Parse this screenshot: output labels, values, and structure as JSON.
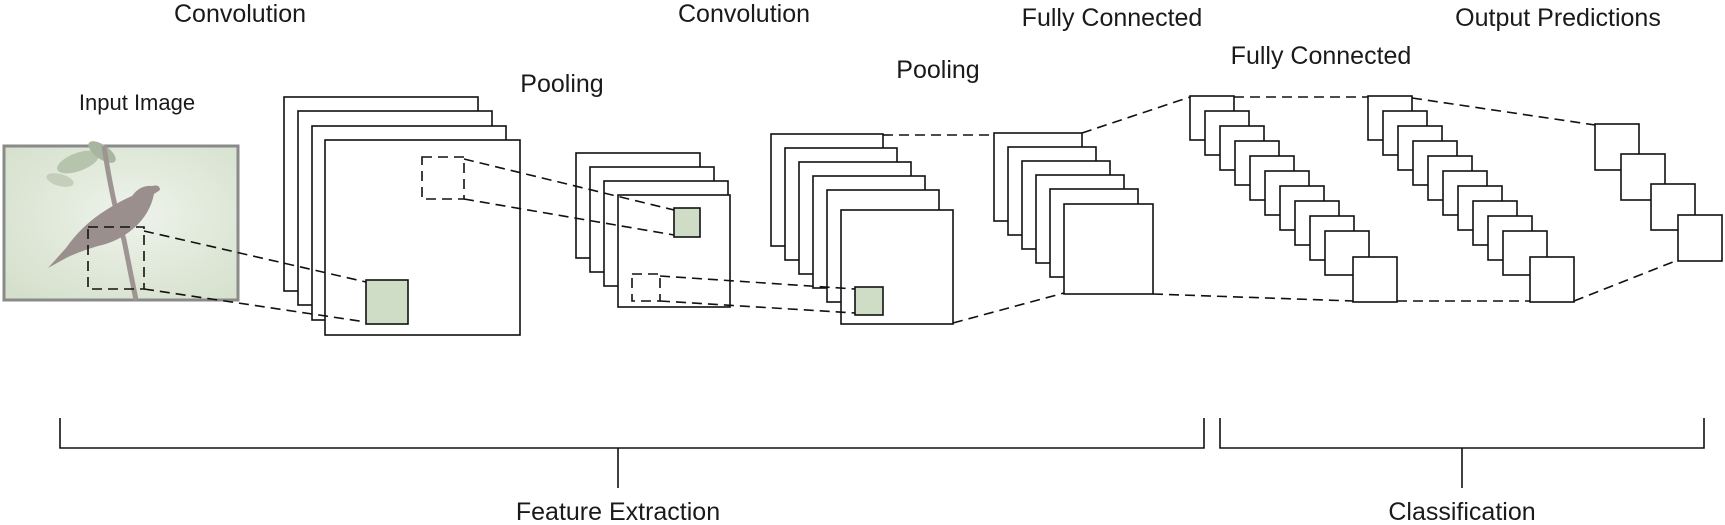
{
  "labels": {
    "input_image": "Input Image",
    "conv1": "Convolution",
    "pool1": "Pooling",
    "conv2": "Convolution",
    "pool2": "Pooling",
    "fc1": "Fully Connected",
    "fc2": "Fully Connected",
    "output": "Output Predictions",
    "feature_extraction": "Feature Extraction",
    "classification": "Classification"
  },
  "colors": {
    "stroke": "#111111",
    "patch_fill": "#cfdcc6",
    "image_border": "#8a8a8a",
    "image_bg": "#dfe8d8",
    "bird": "#9a8f8d",
    "branch": "#9e9592"
  }
}
